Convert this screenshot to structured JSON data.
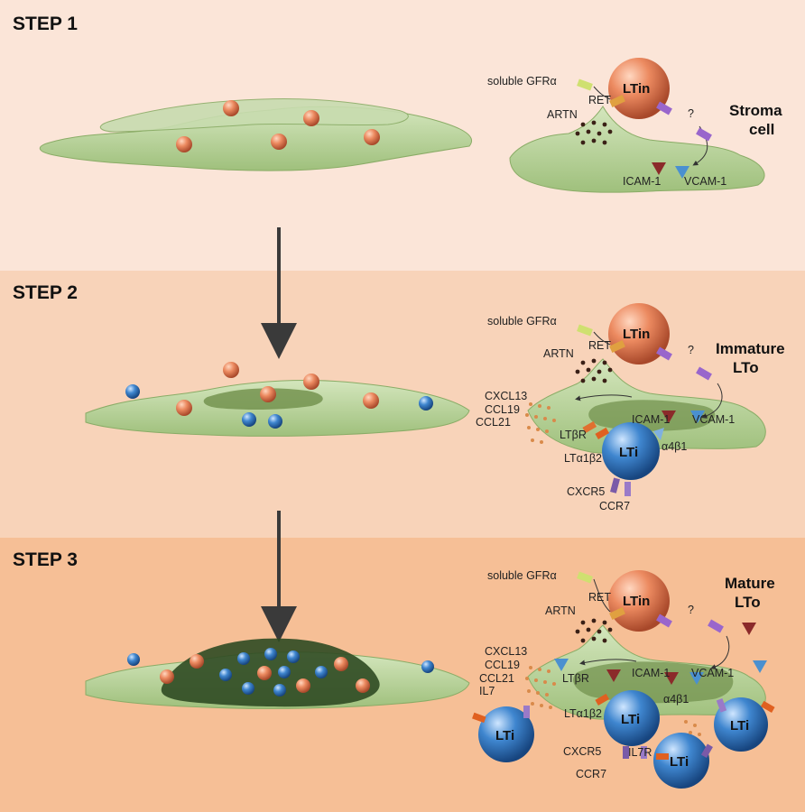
{
  "steps": [
    {
      "title": "STEP 1",
      "labels": {
        "soluble": "soluble GFRα",
        "ret": "RET",
        "artn": "ARTN",
        "question": "?",
        "ltin": "LTin",
        "icam": "ICAM-1",
        "vcam": "VCAM-1",
        "stage_line1": "Stroma",
        "stage_line2": "cell"
      }
    },
    {
      "title": "STEP 2",
      "labels": {
        "soluble": "soluble GFRα",
        "ret": "RET",
        "artn": "ARTN",
        "question": "?",
        "ltin": "LTin",
        "icam": "ICAM-1",
        "vcam": "VCAM-1",
        "stage_line1": "Immature",
        "stage_line2": "LTo",
        "cxcl13": "CXCL13",
        "ccl19": "CCL19",
        "ccl21": "CCL21",
        "ltbr": "LTβR",
        "lta1b2": "LTα1β2",
        "a4b1": "α4β1",
        "cxcr5": "CXCR5",
        "ccr7": "CCR7",
        "lti": "LTi"
      }
    },
    {
      "title": "STEP 3",
      "labels": {
        "soluble": "soluble GFRα",
        "ret": "RET",
        "artn": "ARTN",
        "question": "?",
        "ltin": "LTin",
        "icam": "ICAM-1",
        "vcam": "VCAM-1",
        "stage_line1": "Mature",
        "stage_line2": "LTo",
        "cxcl13": "CXCL13",
        "ccl19": "CCL19",
        "ccl21": "CCL21",
        "il7": "IL7",
        "ltbr": "LTβR",
        "lta1b2": "LTα1β2",
        "a4b1": "α4β1",
        "cxcr5": "CXCR5",
        "il7r": "IL7R",
        "ccr7": "CCR7",
        "lti": "LTi"
      }
    }
  ],
  "colors": {
    "panel1": "#fbe5d8",
    "panel2": "#f8d3b9",
    "panel3": "#f6bf96",
    "stroma": "#b9d39a",
    "stroma_dark": "#2f4a22",
    "ltin": "#e8875f",
    "lti": "#3f86cf",
    "arrow": "#3a3a3a"
  }
}
